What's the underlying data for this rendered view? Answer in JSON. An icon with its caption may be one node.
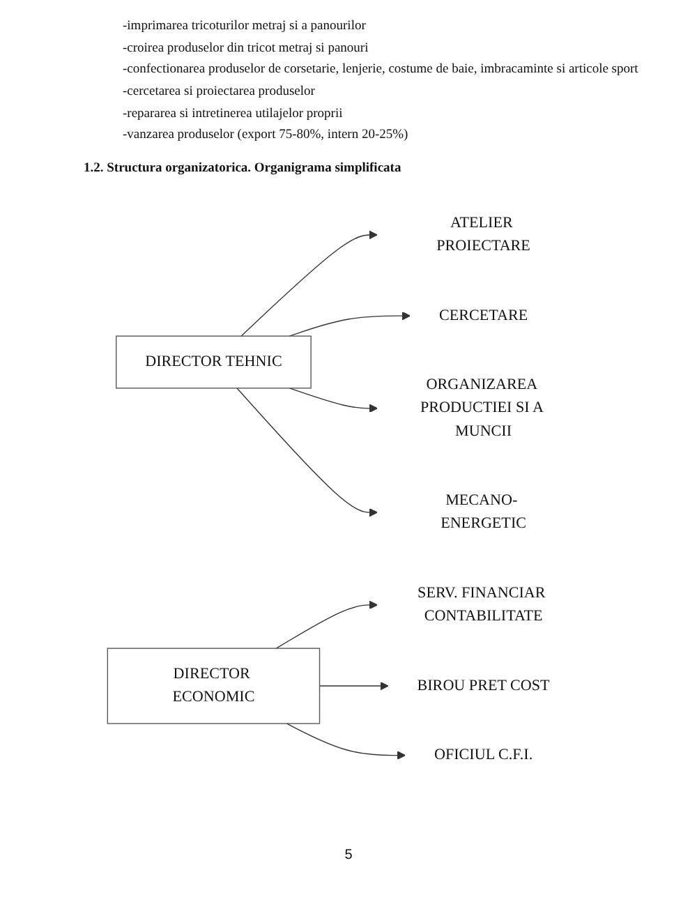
{
  "diagram": {
    "nodes": [
      {
        "text": [
          "DIRECTOR TEHNIC"
        ]
      },
      {
        "text": [
          "ATELIER PROIECTARE"
        ]
      },
      {
        "text": [
          "CERCETARE"
        ]
      },
      {
        "text": [
          "ORGANIZAREA PRODUCTIEI SI A MUNCII"
        ]
      },
      {
        "text": [
          "MECANO- ENERGETIC"
        ]
      },
      {
        "text": [
          "DIRECTOR ECONOMIC"
        ]
      },
      {
        "text": [
          "SERV. FINANCIAR CONTABILITATE"
        ]
      },
      {
        "text": [
          "BIROU PRET COST"
        ]
      },
      {
        "text": [
          "OFICIUL C.F.I."
        ]
      }
    ],
    "edges": [
      {
        "from": 0,
        "to": 1,
        "arrow": "to"
      },
      {
        "from": 0,
        "to": 2,
        "arrow": "to"
      },
      {
        "from": 0,
        "to": 3,
        "arrow": "to"
      },
      {
        "from": 0,
        "to": 4,
        "arrow": "to"
      },
      {
        "from": 5,
        "to": 6,
        "arrow": "to"
      },
      {
        "from": 5,
        "to": 7,
        "arrow": "to"
      },
      {
        "from": 5,
        "to": 8,
        "arrow": "to"
      }
    ],
    "labels": [
      "-imprimarea tricoturilor metraj si a panourilor",
      "-croirea produselor din tricot metraj si panouri",
      "-confectionarea produselor de corsetarie, lenjerie, costume de baie, imbracaminte si articole sport",
      "-cercetarea si proiectarea produselor",
      "-repararea si intretinerea utilajelor proprii",
      "-vanzarea produselor (export 75-80%, intern 20-25%)",
      "1.2. Structura organizatorica. Organigrama simplificata",
      "5"
    ]
  }
}
